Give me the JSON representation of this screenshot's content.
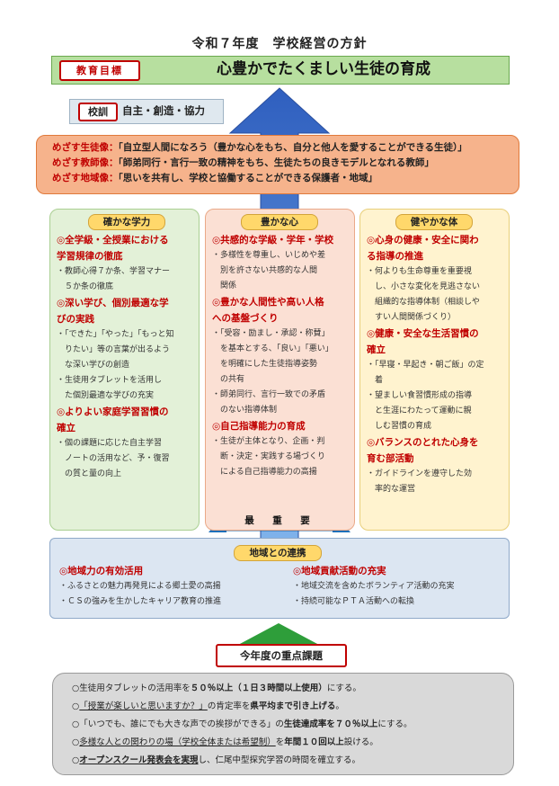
{
  "title": "令和７年度　学校経営の方針",
  "goal": {
    "label": "教育目標",
    "text": "心豊かでたくましい生徒の育成"
  },
  "motto": {
    "label": "校訓",
    "text": "自主・創造・協力"
  },
  "aims": [
    {
      "key": "めざす生徒像：",
      "text": "「自立型人間になろう（豊かな心をもち、自分と他人を愛することができる生徒）」"
    },
    {
      "key": "めざす教師像：",
      "text": "「師弟同行・言行一致の精神をもち、生徒たちの良きモデルとなれる教師」"
    },
    {
      "key": "めざす地域像：",
      "text": "「思いを共有し、学校と協働することができる保護者・地域」"
    }
  ],
  "columns": [
    {
      "header": "確かな学力",
      "blocks": [
        {
          "heading": [
            "◎全学級・全授業における",
            "学習規律の徹底"
          ],
          "items": [
            [
              "・教師心得７か条、学習マナー",
              "　５か条の徹底"
            ]
          ]
        },
        {
          "heading": [
            "◎深い学び、個別最適な学",
            "びの実践"
          ],
          "items": [
            [
              "・「できた」「やった」「もっと知",
              "　りたい」等の言葉が出るよう",
              "　な深い学びの創造"
            ],
            [
              "・生徒用タブレットを活用し",
              "　た個別最適な学びの充実"
            ]
          ]
        },
        {
          "heading": [
            "◎よりよい家庭学習習慣の",
            "確立"
          ],
          "items": [
            [
              "・個の課題に応じた自主学習",
              "　ノートの活用など、予・復習",
              "　の質と量の向上"
            ]
          ]
        }
      ]
    },
    {
      "header": "豊かな心",
      "blocks": [
        {
          "heading": [
            "◎共感的な学級・学年・学校"
          ],
          "items": [
            [
              "・多様性を尊重し、いじめや差",
              "　別を許さない共感的な人間",
              "　関係"
            ]
          ]
        },
        {
          "heading": [
            "◎豊かな人間性や高い人格",
            "への基盤づくり"
          ],
          "items": [
            [
              "・「受容・励まし・承認・称賛」",
              "　を基本とする、「良い」「悪い」",
              "　を明確にした生徒指導姿勢",
              "　の共有"
            ],
            [
              "・師弟同行、言行一致での矛盾",
              "　のない指導体制"
            ]
          ]
        },
        {
          "heading": [
            "◎自己指導能力の育成"
          ],
          "items": [
            [
              "・生徒が主体となり、企画・判",
              "　断・決定・実践する場づくり",
              "　による自己指導能力の高揚"
            ]
          ]
        }
      ]
    },
    {
      "header": "健やかな体",
      "blocks": [
        {
          "heading": [
            "◎心身の健康・安全に関わ",
            "る指導の推進"
          ],
          "items": [
            [
              "・何よりも生命尊重を重要視",
              "　し、小さな変化を見逃さない",
              "　組織的な指導体制（相談しや",
              "　すい人間関係づくり）"
            ]
          ]
        },
        {
          "heading": [
            "◎健康・安全な生活習慣の",
            "確立"
          ],
          "items": [
            [
              "・「早寝・早起き・朝ご飯」の定",
              "　着"
            ],
            [
              "・望ましい食習慣形成の指導",
              "　と生涯にわたって運動に親",
              "　しむ習慣の育成"
            ]
          ]
        },
        {
          "heading": [
            "◎バランスのとれた心身を",
            "育む部活動"
          ],
          "items": [
            [
              "・ガイドラインを遵守した効",
              "　率的な運営"
            ]
          ]
        }
      ]
    }
  ],
  "banner": "最　重　要",
  "region": {
    "header": "地域との連携",
    "left": {
      "heading": "◎地域力の有効活用",
      "items": [
        "・ふるさとの魅力再発見による郷土愛の高揚",
        "・ＣＳの強みを生かしたキャリア教育の推進"
      ]
    },
    "right": {
      "heading": "◎地域貢献活動の充実",
      "items": [
        "・地域交流を含めたボランティア活動の充実",
        "・持続可能なＰＴＡ活動への転換"
      ]
    }
  },
  "focus": {
    "label": "今年度の重点課題",
    "items": [
      [
        "○生徒用タブレットの活用率を",
        "５０％以上（１日３時間以上使用）",
        "にする。"
      ],
      [
        "○",
        "「授業が楽しいと思いますか？」",
        "の肯定率を",
        "県平均まで引き上げる",
        "。"
      ],
      [
        "○「いつでも、誰にでも大きな声での挨拶ができる」の",
        "生徒達成率を７０％以上",
        "にする。"
      ],
      [
        "○",
        "多様な人との関わりの場（学校全体または希望制）",
        "を",
        "年間１０回以上",
        "設ける。"
      ],
      [
        "○",
        "オープンスクール発表会を実現",
        "し、仁尾中型探究学習の時間を確立する。"
      ]
    ]
  },
  "colors": {
    "red": "#c00000",
    "arrow_blue": "#3f6fc9",
    "green_bar": "#b7df9f",
    "orange_box": "#f6b38c"
  }
}
